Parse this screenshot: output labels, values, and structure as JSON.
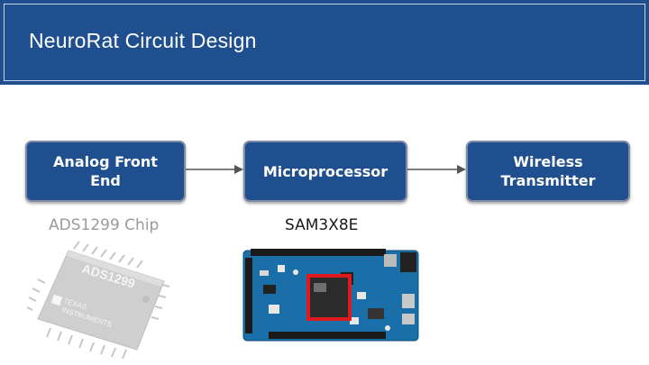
{
  "header": {
    "title": "NeuroRat Circuit Design"
  },
  "blocks": [
    {
      "line1": "Analog Front",
      "line2": "End"
    },
    {
      "line1": "Microprocessor",
      "line2": ""
    },
    {
      "line1": "Wireless",
      "line2": "Transmitter"
    }
  ],
  "captions": {
    "afe_chip": "ADS1299 Chip",
    "mcu_chip": "SAM3X8E"
  },
  "chip_image": {
    "marking": "ADS1299",
    "brand_line1": "TEXAS",
    "brand_line2": "INSTRUMENTS"
  },
  "colors": {
    "header_bg": "#1f4f8f",
    "block_bg": "#1f4f8f",
    "highlight": "#e0191f"
  }
}
